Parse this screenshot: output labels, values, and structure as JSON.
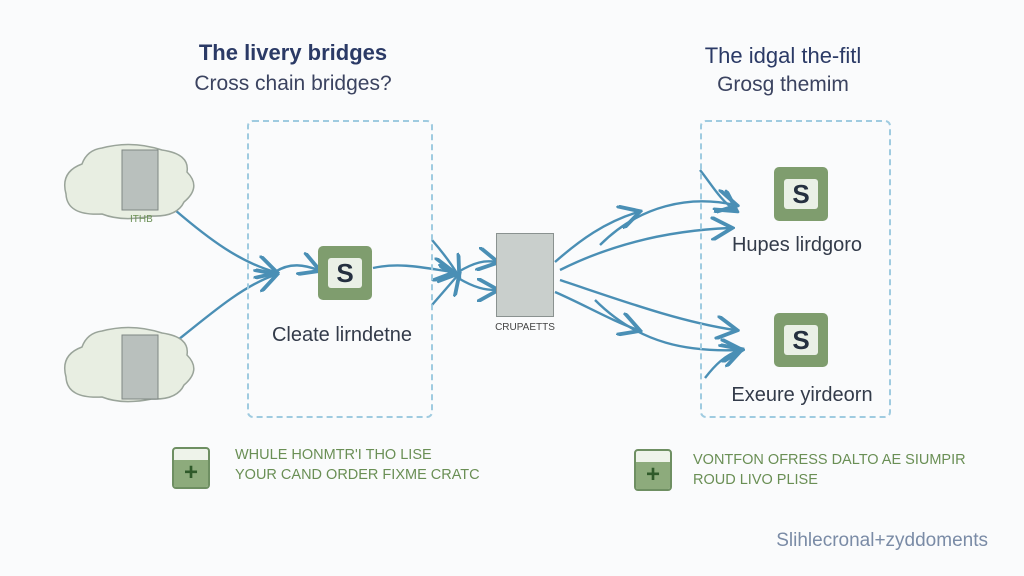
{
  "left_header": {
    "title": "The livery bridges",
    "subtitle": "Cross chain bridges?"
  },
  "right_header": {
    "title": "The idgal the-fitl",
    "subtitle": "Grosɡ themim"
  },
  "sources": [
    {
      "label": "ITHB"
    },
    {
      "label": ""
    }
  ],
  "left_panel": {
    "icon_letter": "S",
    "label": "Cleate lirndetne"
  },
  "center_document": {
    "label": "CRUPAETTS"
  },
  "right_panel": {
    "items": [
      {
        "icon_letter": "S",
        "label": "Hupes lirdgoro"
      },
      {
        "icon_letter": "S",
        "label": "Exeure yirdeorn"
      }
    ]
  },
  "legend": [
    {
      "icon": "plus-icon",
      "line1": "Whule honmtr'i tho lise",
      "line2": "Your cand order fixme cratc"
    },
    {
      "icon": "plus-icon",
      "line1": "Vontfon ofress dalto ae siumpir",
      "line2": "Roud livo plise"
    }
  ],
  "footer": "Slihlecronal+zyddoments",
  "colors": {
    "arrow": "#4a8fb5",
    "title": "#2b3a66",
    "green": "#7f9d6e",
    "dashed_border": "#9fcbe0",
    "legend_text": "#6a8f55",
    "footer": "#7a8ba6"
  }
}
